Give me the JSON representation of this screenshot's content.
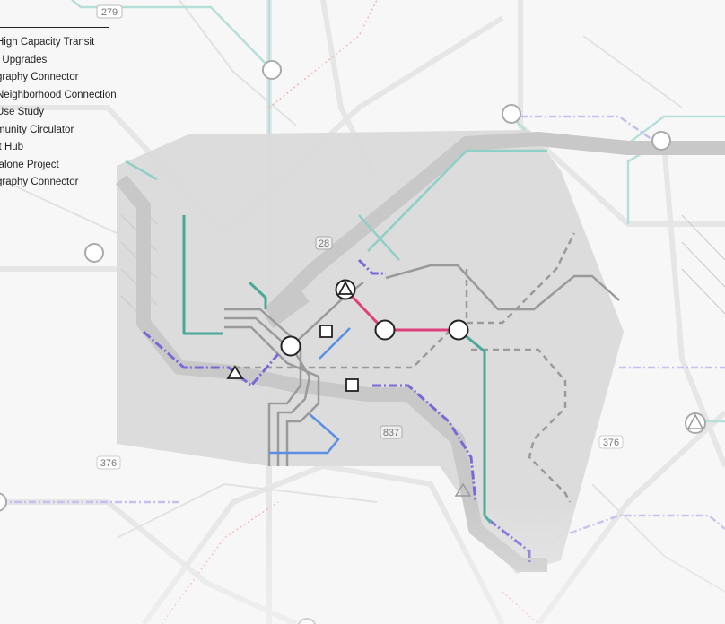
{
  "legend": {
    "title": "",
    "items": [
      "High Capacity Transit",
      "t Upgrades",
      "graphy Connector",
      "Neighborhood Connection",
      "Use Study",
      "munity Circulator",
      "it Hub",
      "lalone Project",
      "graphy Connector"
    ]
  },
  "shields": {
    "s279": "279",
    "s28": "28",
    "s837": "837",
    "s376_right": "376",
    "s376_left": "376"
  },
  "colors": {
    "teal": "#4aa89a",
    "teal_light": "#a9d9d3",
    "magenta": "#e0407a",
    "blue": "#5b8fe6",
    "purple_dash": "#7b67d6",
    "gray_line": "#9a9a9a",
    "study_area": "#d9d9d9"
  },
  "icons": [
    "circle-station-icon",
    "triangle-hub-icon",
    "square-marker-icon"
  ]
}
